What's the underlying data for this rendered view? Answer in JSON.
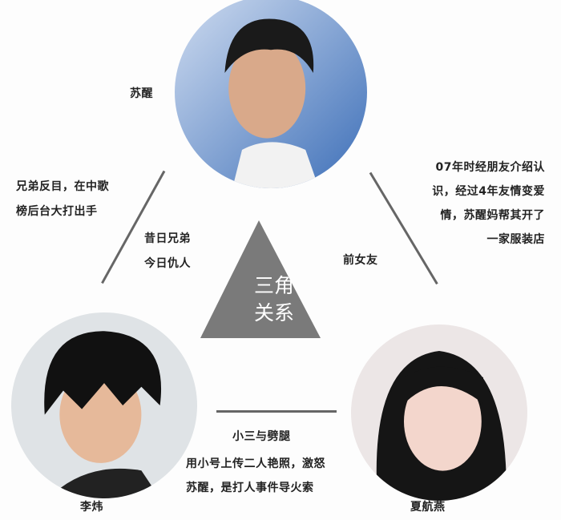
{
  "people": {
    "top": {
      "name": "苏醒"
    },
    "left": {
      "name": "李炜"
    },
    "right": {
      "name": "夏航燕"
    }
  },
  "center": {
    "line1": "三角",
    "line2": "关系"
  },
  "relations": {
    "left_outer": [
      "兄弟反目，在中歌",
      "榜后台大打出手"
    ],
    "left_inner": [
      "昔日兄弟",
      "今日仇人"
    ],
    "right_outer": [
      "07年时经朋友介绍认",
      "识，经过4年友情变爱",
      "情，苏醒妈帮其开了",
      "一家服装店"
    ],
    "right_inner": "前女友",
    "bottom_title": "小三与劈腿",
    "bottom_lines": [
      "用小号上传二人艳照，激怒",
      "苏醒，是打人事件导火索"
    ]
  },
  "colors": {
    "triangle": "#7a7a7a",
    "line": "#666666"
  }
}
